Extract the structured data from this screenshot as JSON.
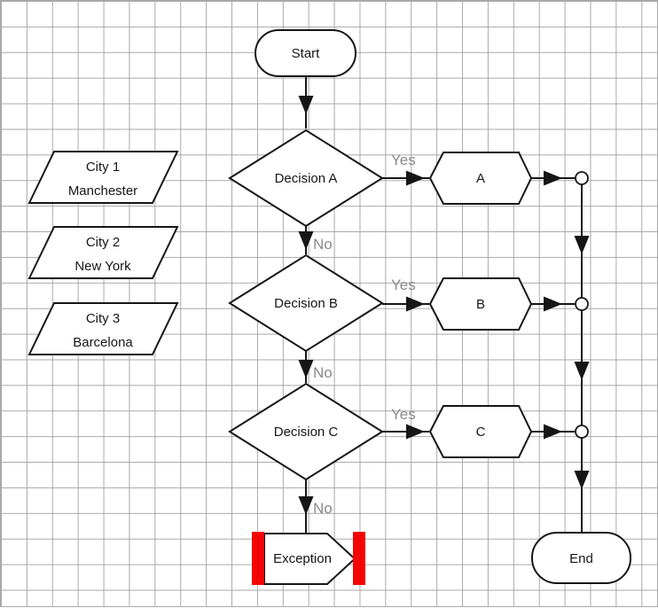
{
  "diagram": {
    "type": "flowchart",
    "colors": {
      "grid": "#a9a9a9",
      "shape_stroke": "#161616",
      "shape_fill": "#ffffff",
      "edge_label_gray": "#8a8a8a",
      "exception_red": "#f40505"
    },
    "nodes": {
      "start": {
        "label": "Start",
        "shape": "terminator"
      },
      "decision_a": {
        "label": "Decision A",
        "shape": "decision"
      },
      "decision_b": {
        "label": "Decision B",
        "shape": "decision"
      },
      "decision_c": {
        "label": "Decision C",
        "shape": "decision"
      },
      "result_a": {
        "label": "A",
        "shape": "hexagon"
      },
      "result_b": {
        "label": "B",
        "shape": "hexagon"
      },
      "result_c": {
        "label": "C",
        "shape": "hexagon"
      },
      "exception": {
        "label": "Exception",
        "shape": "pointed-process-with-red-bars"
      },
      "end": {
        "label": "End",
        "shape": "terminator"
      },
      "city_1": {
        "line1": "City 1",
        "line2": "Manchester",
        "shape": "parallelogram"
      },
      "city_2": {
        "line1": "City 2",
        "line2": "New York",
        "shape": "parallelogram"
      },
      "city_3": {
        "line1": "City 3",
        "line2": "Barcelona",
        "shape": "parallelogram"
      }
    },
    "edge_labels": {
      "decision_a_yes": "Yes",
      "decision_a_no": "No",
      "decision_b_yes": "Yes",
      "decision_b_no": "No",
      "decision_c_yes": "Yes",
      "decision_c_no": "No"
    }
  }
}
